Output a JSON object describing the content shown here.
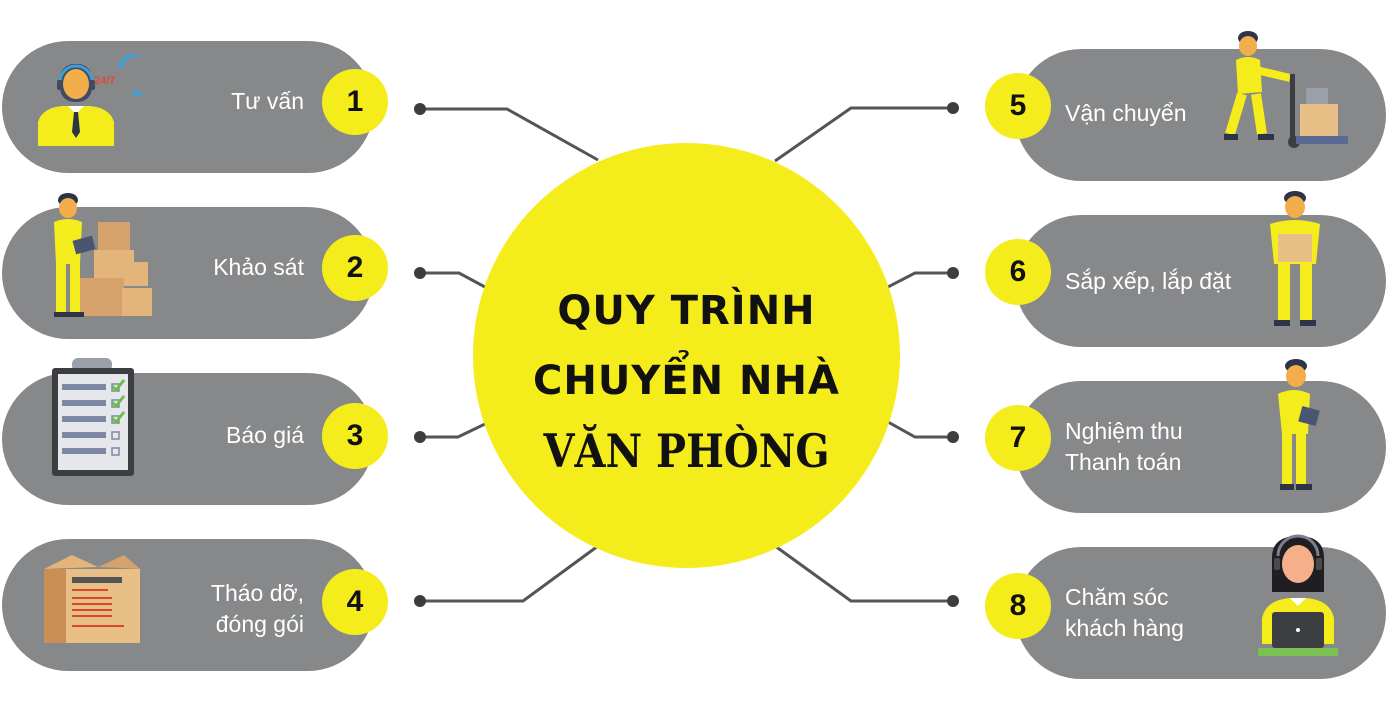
{
  "title": {
    "line1": "QUY TRÌNH",
    "line2": "CHUYỂN NHÀ",
    "line3": "VĂN PHÒNG"
  },
  "colors": {
    "pill": "#87888a",
    "accent_yellow": "#f5ec1c",
    "connector": "#555555",
    "text_dark": "#111111"
  },
  "steps": [
    {
      "number": "1",
      "label_line1": "Tư vấn",
      "label_line2": "",
      "icon": "call-center-24-7-icon"
    },
    {
      "number": "2",
      "label_line1": "Khảo sát",
      "label_line2": "",
      "icon": "worker-with-boxes-icon"
    },
    {
      "number": "3",
      "label_line1": "Báo giá",
      "label_line2": "",
      "icon": "checklist-clipboard-icon"
    },
    {
      "number": "4",
      "label_line1": "Tháo dỡ,",
      "label_line2": "đóng gói",
      "icon": "cardboard-box-icon"
    },
    {
      "number": "5",
      "label_line1": "Vận chuyển",
      "label_line2": "",
      "icon": "worker-hand-truck-icon"
    },
    {
      "number": "6",
      "label_line1": "Sắp xếp, lắp đặt",
      "label_line2": "",
      "icon": "worker-carrying-box-icon"
    },
    {
      "number": "7",
      "label_line1": "Nghiệm thu",
      "label_line2": "Thanh toán",
      "icon": "worker-clipboard-icon"
    },
    {
      "number": "8",
      "label_line1": "Chăm sóc",
      "label_line2": "khách hàng",
      "icon": "support-agent-laptop-icon"
    }
  ]
}
